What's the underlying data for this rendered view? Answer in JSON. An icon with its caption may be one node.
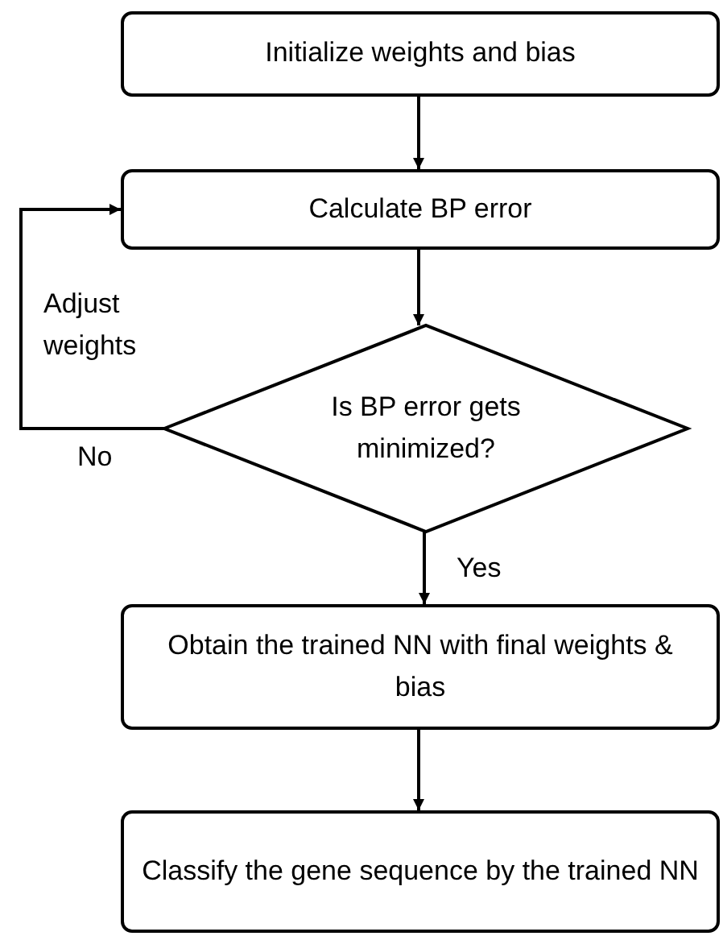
{
  "diagram": {
    "nodes": [
      {
        "text": [
          "Initialize weights and bias"
        ]
      },
      {
        "text": [
          "Calculate BP error"
        ]
      },
      {
        "text": [
          "Is BP error gets minimized?"
        ]
      },
      {
        "text": [
          "Obtain the trained NN with final weights & bias"
        ]
      },
      {
        "text": [
          "Classify the gene sequence by the trained NN"
        ]
      }
    ],
    "edges": [
      {
        "from": 0,
        "to": 1,
        "arrow": "to"
      },
      {
        "from": 1,
        "to": 2,
        "arrow": "to"
      },
      {
        "from": 2,
        "to": 3,
        "arrow": "to",
        "label": "Yes"
      },
      {
        "from": 3,
        "to": 4,
        "arrow": "to"
      },
      {
        "from": 2,
        "to": 1,
        "arrow": "to",
        "label": "No"
      }
    ],
    "labels": [
      "Adjust weights"
    ]
  }
}
